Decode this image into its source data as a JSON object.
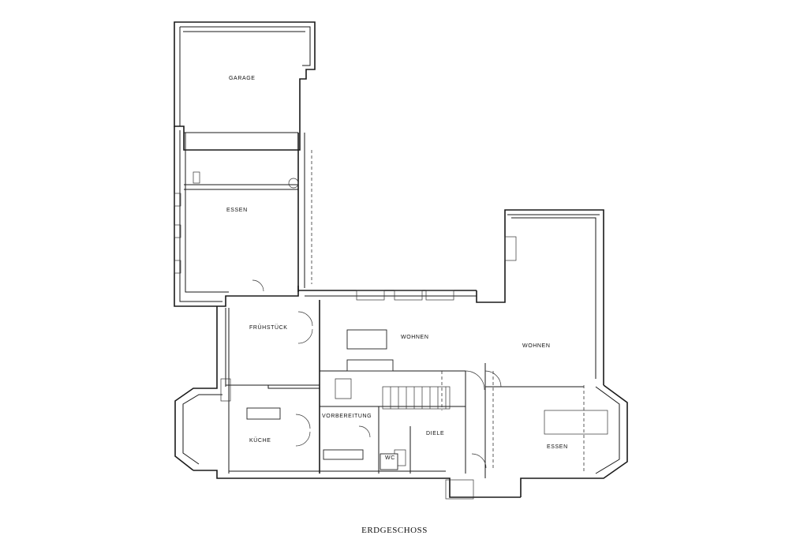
{
  "floor_title": "ERDGESCHOSS",
  "rooms": {
    "garage": "GARAGE",
    "essen_top": "ESSEN",
    "fruehstueck": "FRÜHSTÜCK",
    "wohnen_center": "WOHNEN",
    "wohnen_right": "WOHNEN",
    "kueche": "KÜCHE",
    "vorbereitung": "VORBEREITUNG",
    "diele": "DIELE",
    "wc": "WC",
    "essen_right": "ESSEN"
  }
}
